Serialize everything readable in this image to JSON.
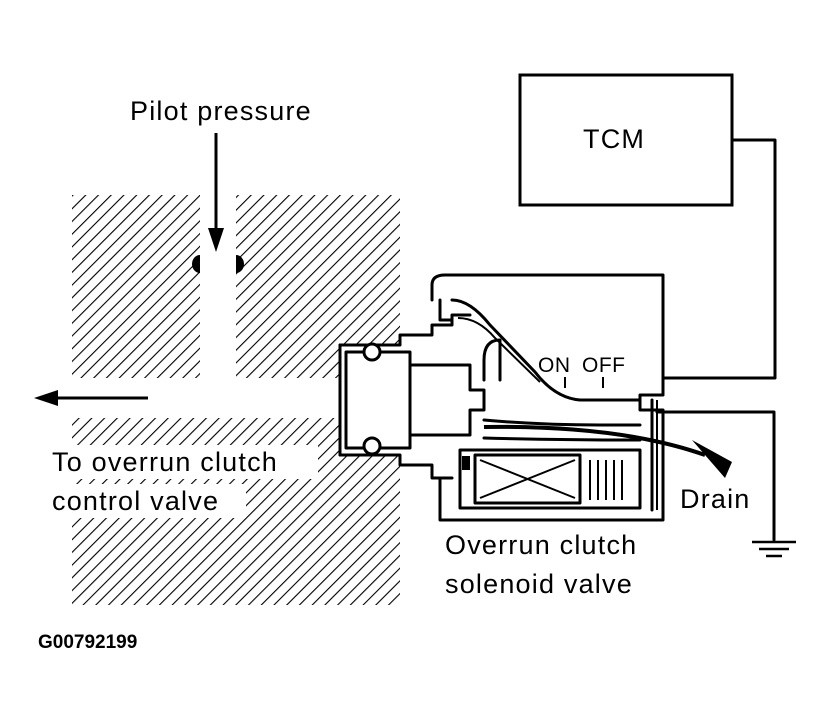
{
  "labels": {
    "pilot_pressure": "Pilot pressure",
    "tcm": "TCM",
    "on": "ON",
    "off": "OFF",
    "to_overrun_line1": "To overrun clutch",
    "to_overrun_line2": "control valve",
    "drain": "Drain",
    "solenoid_line1": "Overrun clutch",
    "solenoid_line2": "solenoid valve",
    "figure_code": "G00792199"
  },
  "colors": {
    "ink": "#000000",
    "paper": "#ffffff"
  }
}
